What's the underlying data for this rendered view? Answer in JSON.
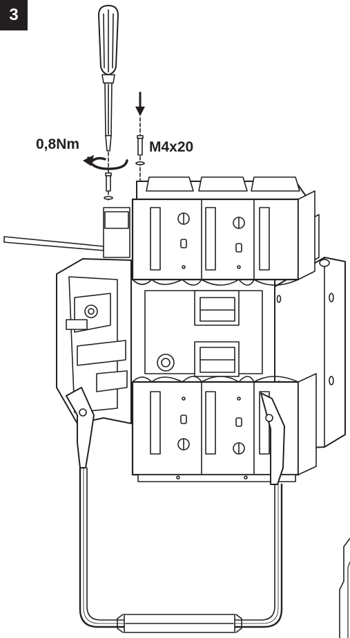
{
  "step": {
    "number": "3"
  },
  "annotations": {
    "torque": "0,8Nm",
    "screw": "M4x20"
  },
  "icons": {
    "screwdriver": "screwdriver-icon",
    "rotate": "rotate-arrow-icon",
    "insert": "down-arrow-icon"
  },
  "colors": {
    "ink": "#231f20",
    "badge_bg": "#231f20",
    "badge_text": "#ffffff",
    "paper": "#ffffff"
  }
}
